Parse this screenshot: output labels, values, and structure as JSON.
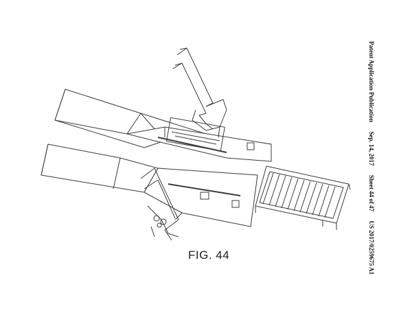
{
  "header": {
    "publication": "Patent Application Publication",
    "date": "Sep. 14, 2017",
    "sheet": "Sheet 44 of 47",
    "number": "US 2017/0259675 A1"
  },
  "figure": {
    "caption": "FIG. 44"
  },
  "colors": {
    "line": "#3a3a3a",
    "background": "#ffffff"
  }
}
